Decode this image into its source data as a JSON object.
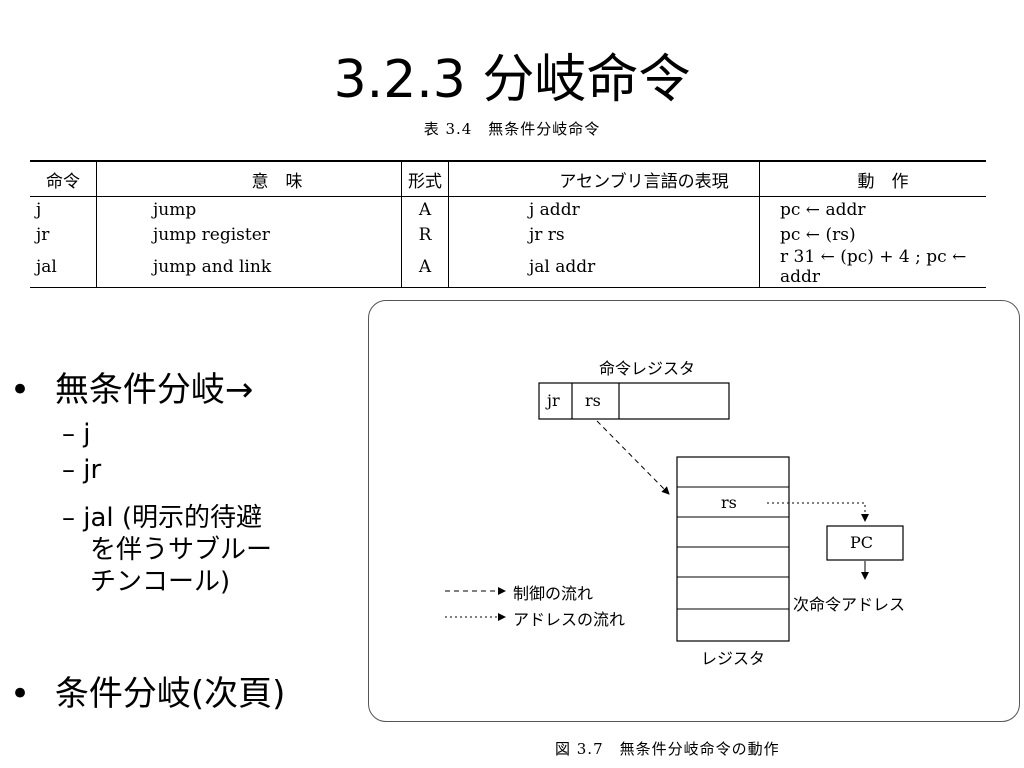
{
  "title": "3.2.3 分岐命令",
  "table": {
    "caption": "表 3.4　無条件分岐命令",
    "headers": [
      "命令",
      "意　味",
      "形式",
      "アセンブリ言語の表現",
      "動　作"
    ],
    "rows": [
      {
        "mnemonic": "j",
        "meaning": "jump",
        "format": "A",
        "assembly": "j addr",
        "operation": "pc ← addr"
      },
      {
        "mnemonic": "jr",
        "meaning": "jump register",
        "format": "R",
        "assembly": "jr rs",
        "operation": "pc ← (rs)"
      },
      {
        "mnemonic": "jal",
        "meaning": "jump and link",
        "format": "A",
        "assembly": "jal addr",
        "operation": "r 31 ← (pc) + 4 ;  pc ← addr"
      }
    ]
  },
  "bullets": [
    {
      "text": "無条件分岐→",
      "sub": [
        "j",
        "jr",
        "jal (明示的待避",
        "を伴うサブルー",
        "チンコール)"
      ]
    },
    {
      "text": "条件分岐(次頁)"
    }
  ],
  "diagram": {
    "instr_register_label": "命令レジスタ",
    "ir_fields": [
      "jr",
      "rs"
    ],
    "register_file_entry": "rs",
    "register_file_label": "レジスタ",
    "pc_label": "PC",
    "next_address_label": "次命令アドレス",
    "legend": {
      "control": "制御の流れ",
      "address": "アドレスの流れ"
    }
  },
  "figure_caption": "図 3.7　無条件分岐命令の動作"
}
